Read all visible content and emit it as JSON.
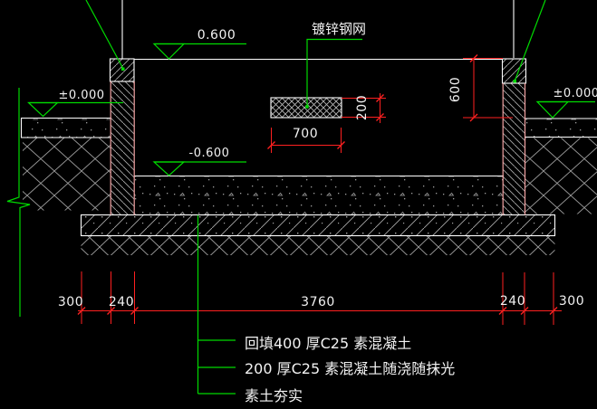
{
  "drawing": {
    "type": "construction-detail-section",
    "background": "#000000",
    "palette": {
      "line": "#ffffff",
      "hatch": "#a8a8a8",
      "dimension_line": "#ff2020",
      "wall_edge": "#f2a2a2",
      "annotation_line": "#00d900",
      "text": "#f2f2f2"
    },
    "mesh_label": "镀锌钢网",
    "elevations": {
      "parapet_top": "0.600",
      "ground_left": "±0.000",
      "ground_right": "±0.000",
      "pit_floor": "-0.600"
    },
    "dimensions": {
      "height_600": "600",
      "mesh_thickness_200": "200",
      "mesh_width_700": "700",
      "chain": [
        "300",
        "240",
        "3760",
        "240",
        "300"
      ]
    },
    "notes": [
      "回填400  厚C25  素混凝土",
      "200  厚C25  素混凝土随浇随抹光",
      "素土夯实"
    ]
  }
}
